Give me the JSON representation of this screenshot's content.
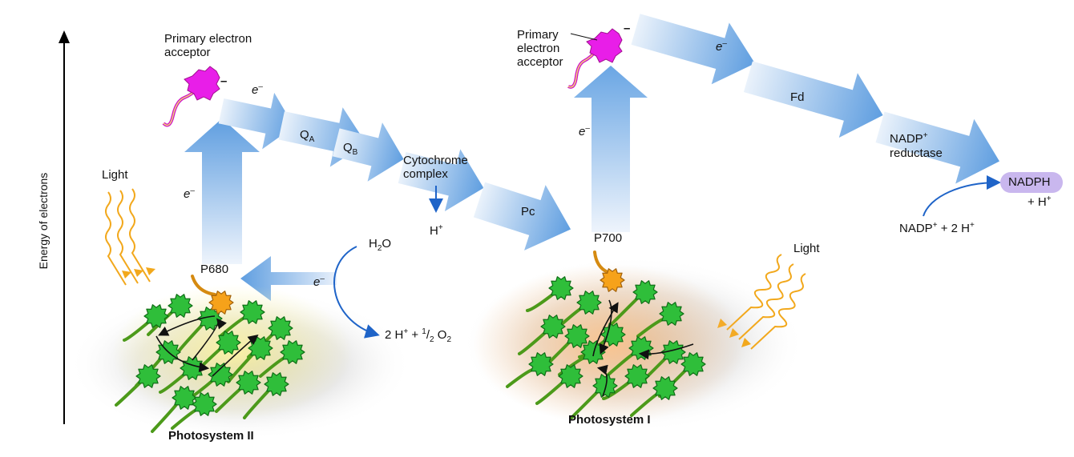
{
  "axis": {
    "y_label": "Energy of electrons"
  },
  "photosystem_2": {
    "title": "Photosystem II",
    "reaction_center": "P680",
    "light_label": "Light",
    "primary_acceptor_label_line1": "Primary electron",
    "primary_acceptor_label_line2": "acceptor",
    "charge": "–"
  },
  "photosystem_1": {
    "title": "Photosystem I",
    "reaction_center": "P700",
    "light_label": "Light",
    "primary_acceptor_label_line1": "Primary",
    "primary_acceptor_label_line2": "electron",
    "primary_acceptor_label_line3": "acceptor",
    "charge": "–"
  },
  "carriers": {
    "qa_base": "Q",
    "qa_sub": "A",
    "qb_base": "Q",
    "qb_sub": "B",
    "cyt_line1": "Cytochrome",
    "cyt_line2": "complex",
    "pc": "Pc",
    "fd": "Fd",
    "nadp_line1_base": "NADP",
    "nadp_line1_sup": "+",
    "nadp_line2": "reductase"
  },
  "electron": {
    "symbol": "e",
    "sup": "–"
  },
  "water": {
    "h2o_base": "H",
    "h2o_sub": "2",
    "h2o_end": "O",
    "products": {
      "part1": "2 H",
      "sup1": "+",
      "part2": " + ",
      "frac_num": "1",
      "frac_den": "2",
      "part3": " O",
      "sub3": "2"
    }
  },
  "proton": {
    "base": "H",
    "sup": "+"
  },
  "nadph": {
    "product": "NADPH",
    "extra_base": "+ H",
    "extra_sup": "+",
    "reactant_base": "NADP",
    "reactant_sup": "+",
    "reactant_rest": " + 2 H",
    "reactant_sup2": "+"
  },
  "colors": {
    "arrow_blue": "#5f9ee0",
    "arrow_fade": "#e4eefa",
    "pigment_green": "#2fbe3a",
    "pigment_dark": "#0f6e16",
    "center_orange": "#f6a21a",
    "acceptor_magenta": "#e81ee8",
    "light_orange": "#f2a81c",
    "nadph_pill": "#c9b7ee",
    "small_arrow_blue": "#1f64c8"
  }
}
